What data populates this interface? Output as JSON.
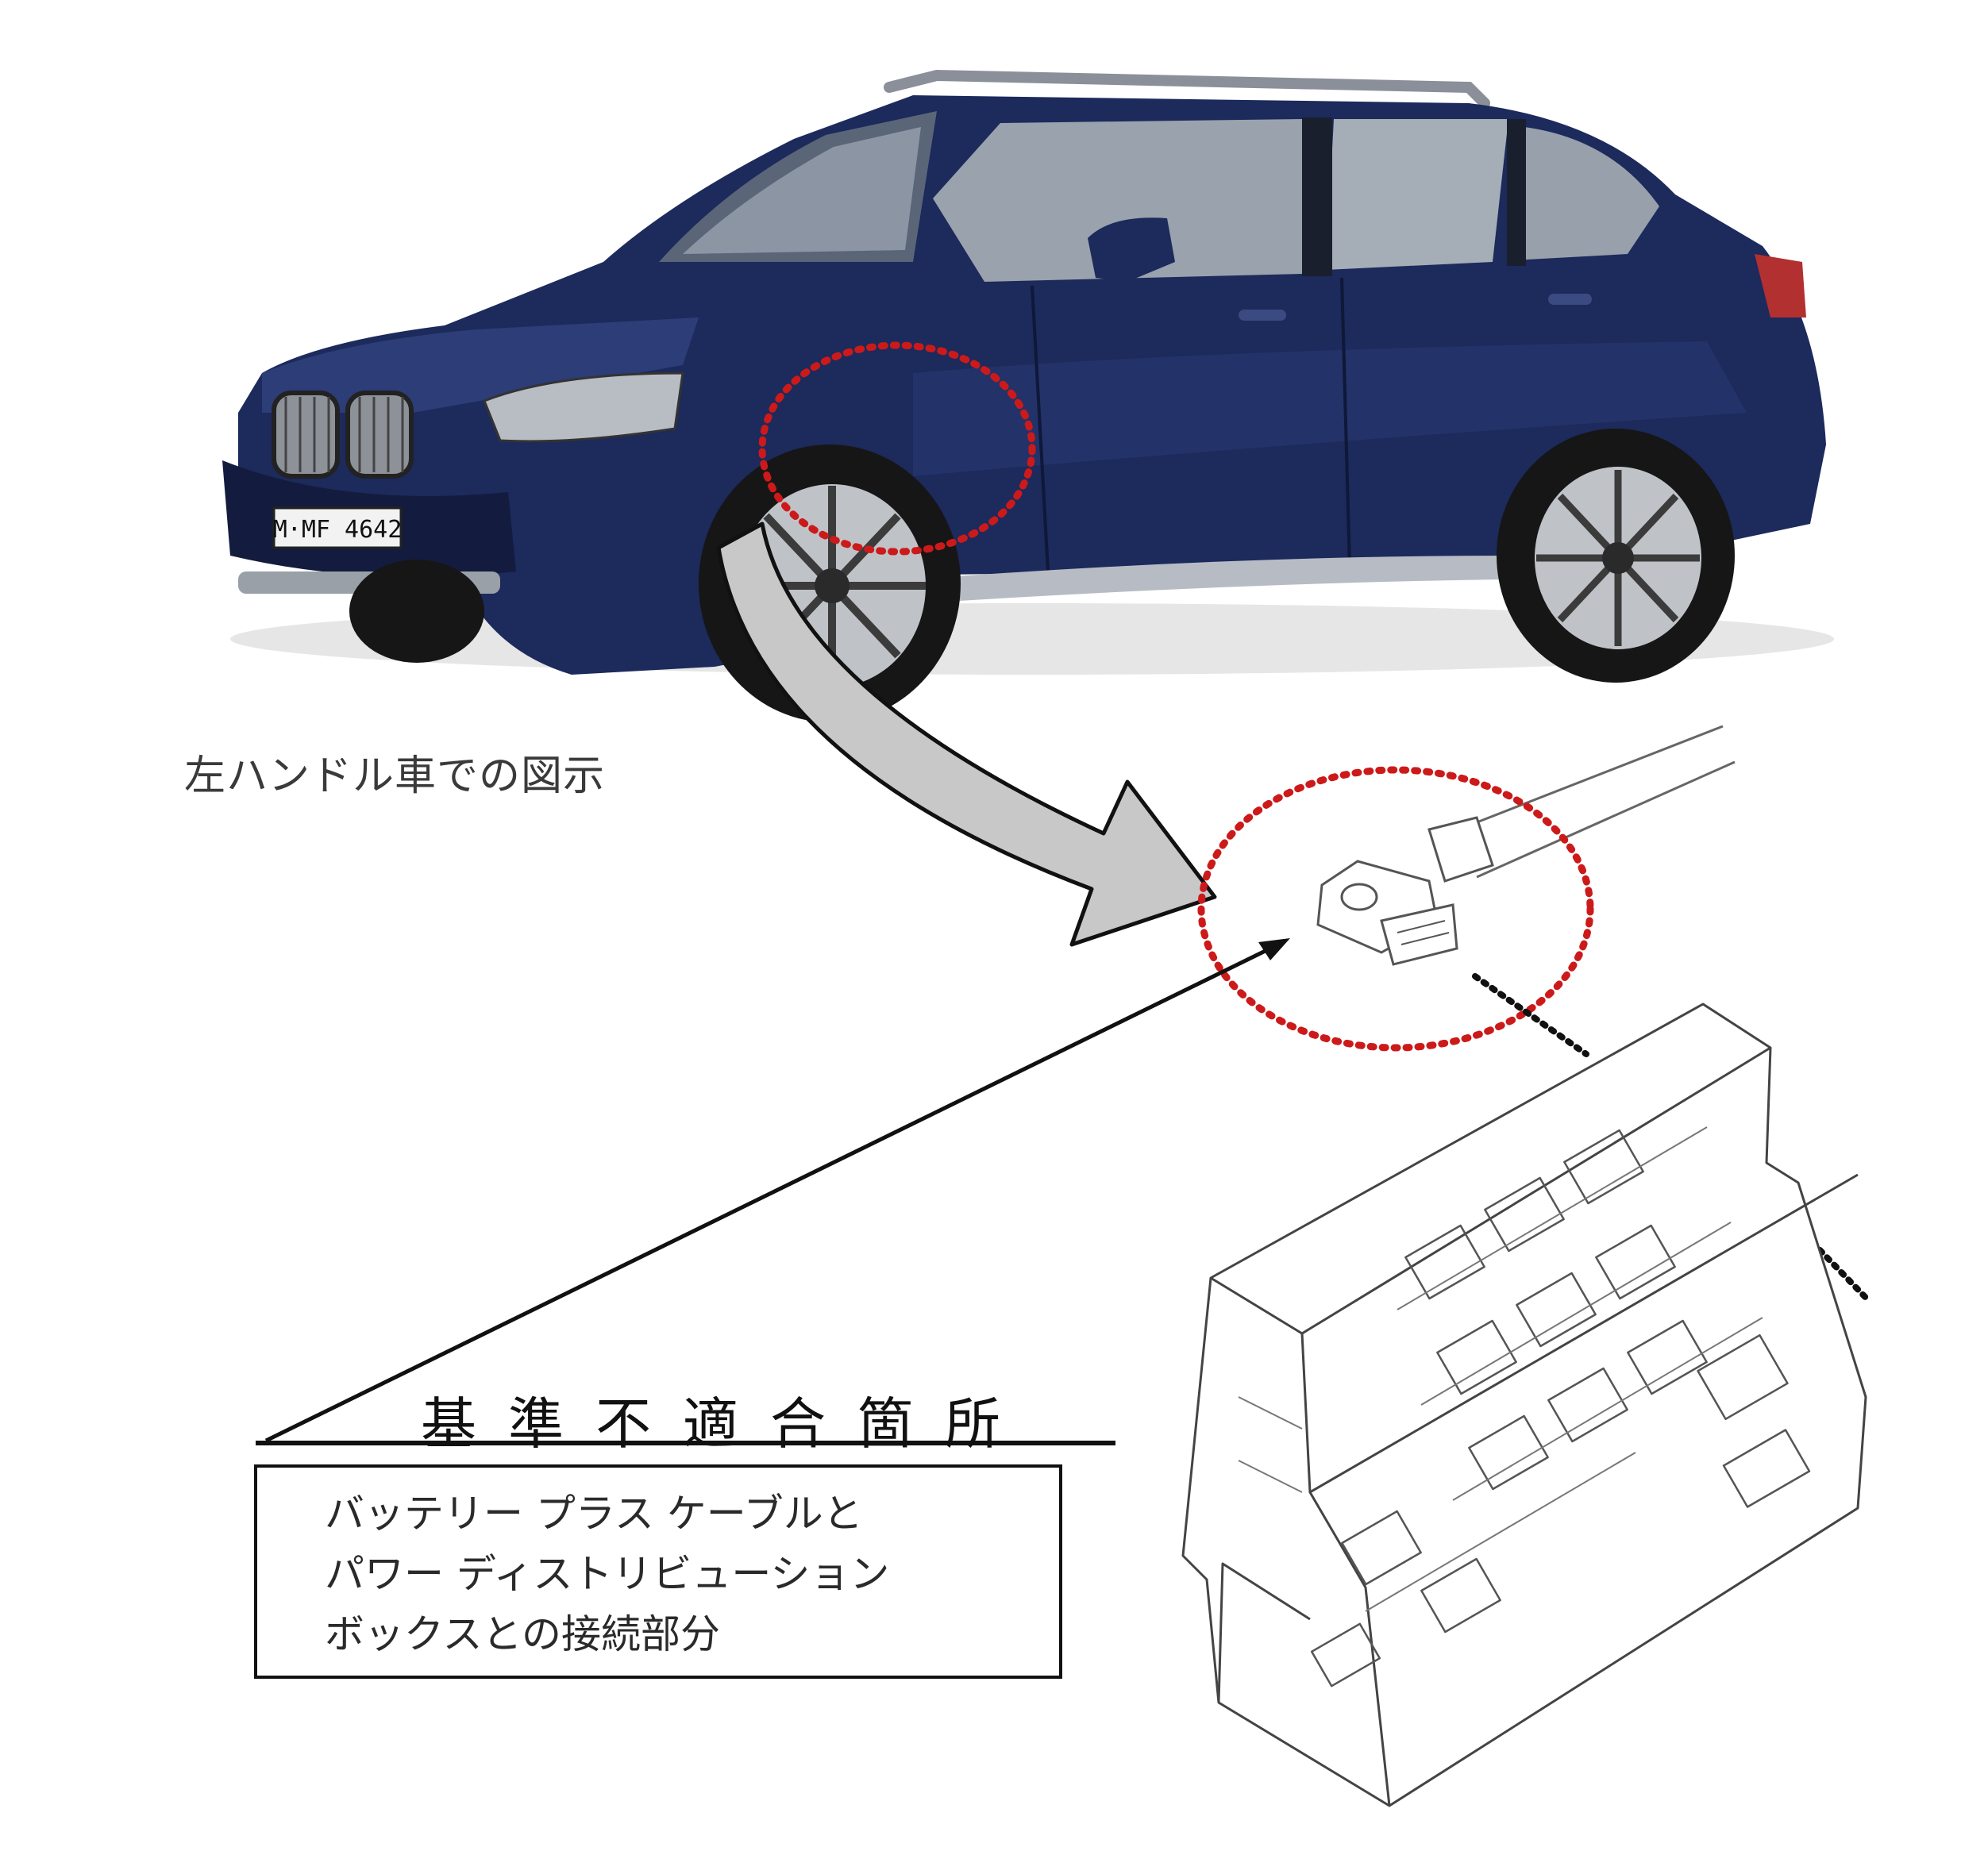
{
  "caption": "左ハンドル車での図示",
  "heading": "基準不適合箇所",
  "description": {
    "line1": "バッテリー プラス ケーブルと",
    "line2": "パワー ディストリビューション",
    "line3": "ボックスとの接続部分"
  },
  "vehicle": {
    "plate": "M·MF 4642"
  },
  "colors": {
    "car_body": "#1c2a5c",
    "highlight_circle": "#cc1a1a",
    "arrow_fill": "#c8c8c8",
    "line": "#111111"
  },
  "icons": [
    "car-illustration",
    "cable-terminal-icon",
    "fuse-box-illustration"
  ]
}
